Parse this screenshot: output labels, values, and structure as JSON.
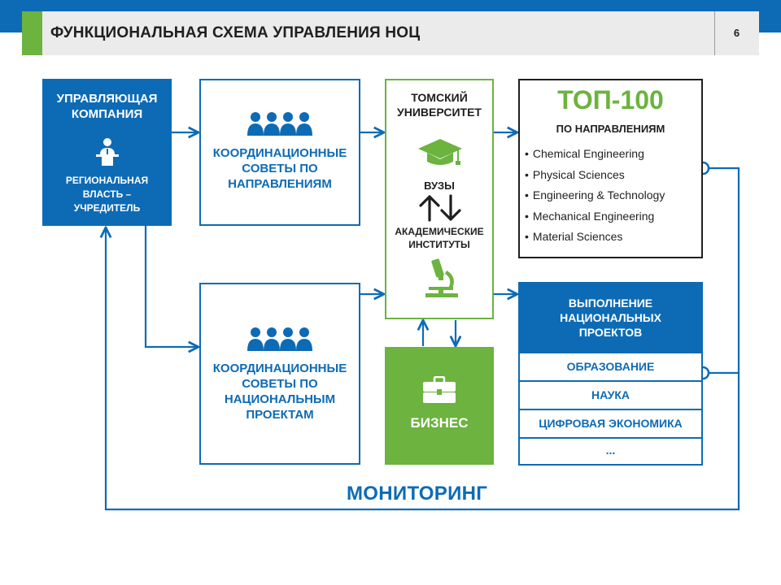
{
  "header": {
    "title": "ФУНКЦИОНАЛЬНАЯ СХЕМА УПРАВЛЕНИЯ НОЦ",
    "page_number": "6"
  },
  "management": {
    "title": "УПРАВЛЯЮЩАЯ\nКОМПАНИЯ",
    "subtitle": "РЕГИОНАЛЬНАЯ\nВЛАСТЬ –\nУЧРЕДИТЕЛЬ",
    "icon": "presenter-icon"
  },
  "council_directions": {
    "label": "КООРДИНАЦИОННЫЕ\nСОВЕТЫ ПО\nНАПРАВЛЕНИЯМ",
    "icon": "people-group-icon"
  },
  "council_national": {
    "label": "КООРДИНАЦИОННЫЕ\nСОВЕТЫ ПО\nНАЦИОНАЛЬНЫМ\nПРОЕКТАМ",
    "icon": "people-group-icon"
  },
  "university": {
    "title": "ТОМСКИЙ\nУНИВЕРСИТЕТ",
    "vuzy": "ВУЗЫ",
    "institutes": "АКАДЕМИЧЕСКИЕ\nИНСТИТУТЫ",
    "icons": [
      "graduation-cap-icon",
      "up-down-arrows-icon",
      "microscope-icon"
    ]
  },
  "business": {
    "label": "БИЗНЕС",
    "icon": "briefcase-icon"
  },
  "top100": {
    "title": "ТОП-100",
    "subtitle": "ПО НАПРАВЛЕНИЯМ",
    "items": [
      "Chemical Engineering",
      "Physical Sciences",
      "Engineering & Technology",
      "Mechanical Engineering",
      "Material Sciences"
    ]
  },
  "national_projects": {
    "title": "ВЫПОЛНЕНИЕ\nНАЦИОНАЛЬНЫХ\nПРОЕКТОВ",
    "rows": [
      "ОБРАЗОВАНИЕ",
      "НАУКА",
      "ЦИФРОВАЯ ЭКОНОМИКА",
      "..."
    ]
  },
  "monitoring": "МОНИТОРИНГ",
  "colors": {
    "blue": "#0d6bb5",
    "green": "#6cb33f",
    "dark": "#1f1f1f",
    "header_bg": "#ebebeb"
  }
}
